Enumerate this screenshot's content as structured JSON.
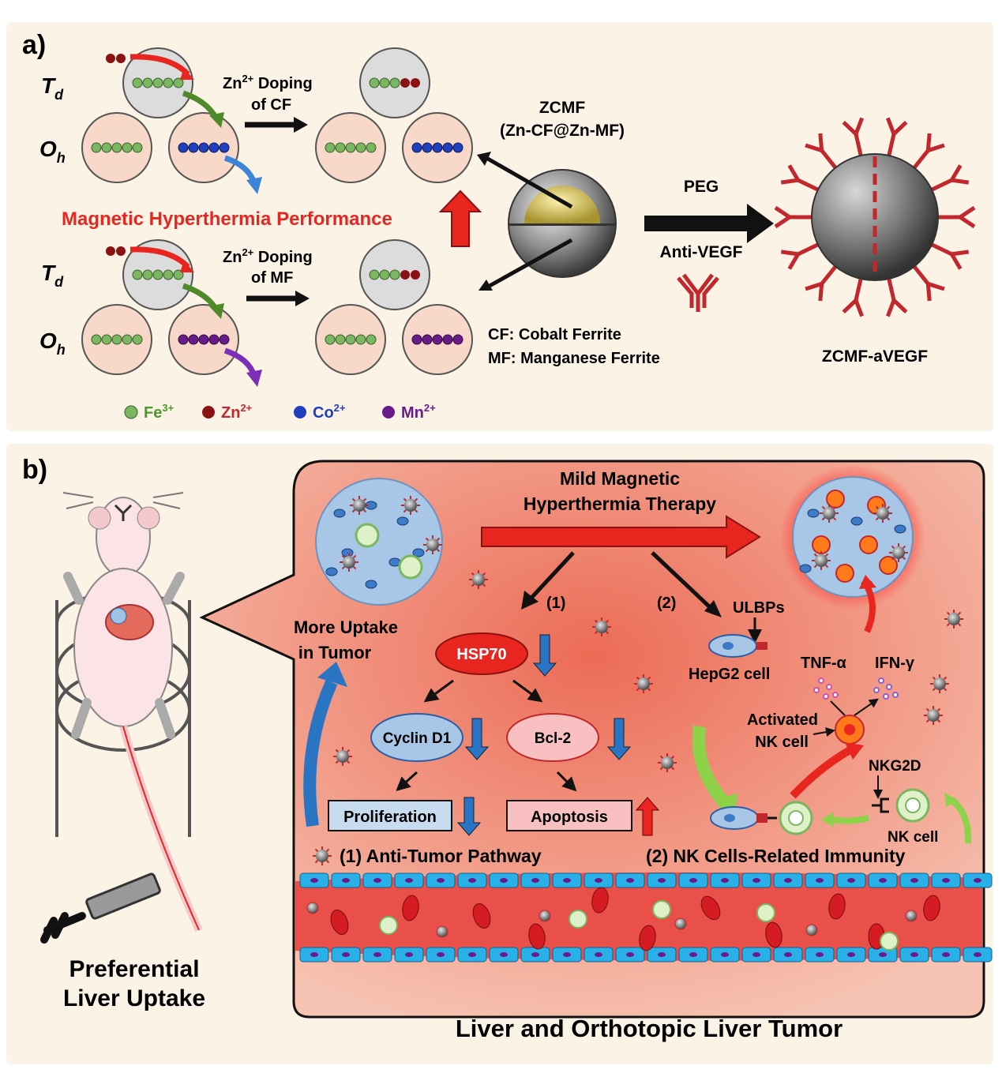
{
  "panel_a": {
    "label": "a)",
    "td": "T",
    "td_sub": "d",
    "oh": "O",
    "oh_sub": "h",
    "zn_doping_cf_1": "Zn",
    "zn_doping_cf_sup": "2+",
    "zn_doping_cf_2": " Doping",
    "zn_doping_cf_3": "of CF",
    "zn_doping_mf_1": "Zn",
    "zn_doping_mf_sup": "2+",
    "zn_doping_mf_2": " Doping",
    "zn_doping_mf_3": "of MF",
    "performance": "Magnetic Hyperthermia Performance",
    "zcmf_title": "ZCMF",
    "zcmf_sub": "(Zn-CF@Zn-MF)",
    "peg": "PEG",
    "anti_vegf": "Anti-VEGF",
    "cf_def": "CF: Cobalt Ferrite",
    "mf_def": "MF: Manganese Ferrite",
    "product": "ZCMF-aVEGF",
    "legend": [
      {
        "ion": "Fe",
        "charge": "3+",
        "color": "#7bb661"
      },
      {
        "ion": "Zn",
        "charge": "2+",
        "color": "#8b1212"
      },
      {
        "ion": "Co",
        "charge": "2+",
        "color": "#1f3fbf"
      },
      {
        "ion": "Mn",
        "charge": "2+",
        "color": "#6a1b8a"
      }
    ]
  },
  "panel_b": {
    "label": "b)",
    "mild_1": "Mild Magnetic",
    "mild_2": "Hyperthermia Therapy",
    "path1": "(1)",
    "path2": "(2)",
    "more_uptake_1": "More Uptake",
    "more_uptake_2": "in Tumor",
    "hsp70": "HSP70",
    "cyclin": "Cyclin D1",
    "bcl2": "Bcl-2",
    "proliferation": "Proliferation",
    "apoptosis": "Apoptosis",
    "anti_tumor": "(1) Anti-Tumor Pathway",
    "ulbps": "ULBPs",
    "hepg2": "HepG2 cell",
    "tnf": "TNF-α",
    "ifn": "IFN-γ",
    "activated_1": "Activated",
    "activated_2": "NK cell",
    "nkg2d": "NKG2D",
    "nk_cell": "NK cell",
    "nk_immunity": "(2) NK Cells-Related Immunity",
    "pref_1": "Preferential",
    "pref_2": "Liver Uptake",
    "bottom_title": "Liver and Orthotopic Liver Tumor"
  }
}
